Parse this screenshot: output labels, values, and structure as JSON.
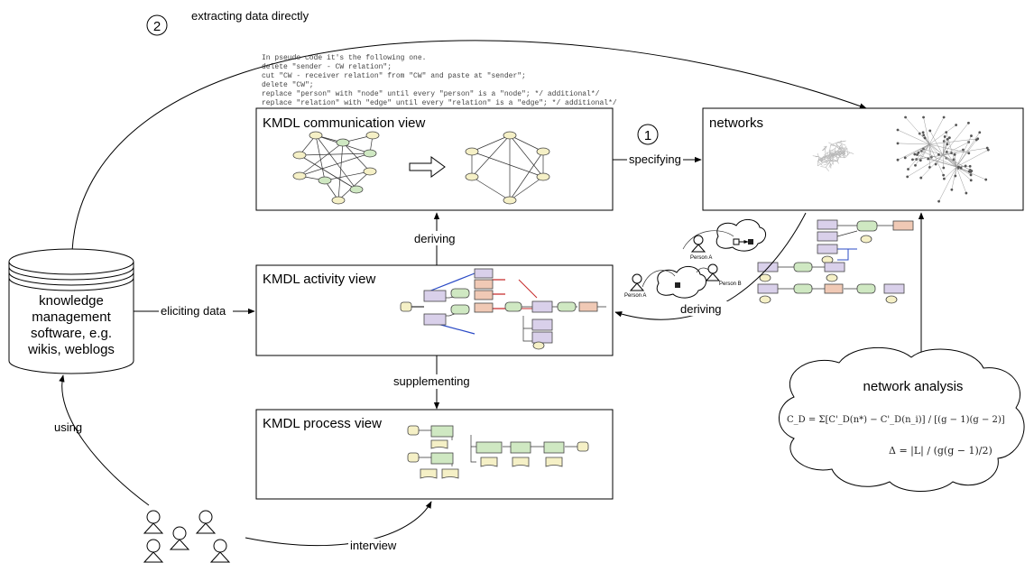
{
  "markers": {
    "one": "1",
    "two": "2"
  },
  "labels": {
    "extracting": "extracting data directly",
    "specifying": "specifying",
    "deriving_top": "deriving",
    "deriving_right": "deriving",
    "eliciting": "eliciting data",
    "supplementing": "supplementing",
    "using": "using",
    "interview": "interview"
  },
  "pseudocode": {
    "lines": [
      "In pseudo code it's the following one.",
      "delete \"sender - CW relation\";",
      "cut \"CW - receiver relation\" from \"CW\" and paste at \"sender\";",
      "delete \"CW\";",
      "replace \"person\" with \"node\" until every \"person\" is a \"node\";      */ additional*/",
      "replace \"relation\" with \"edge\" until every \"relation\" is a \"edge\"; */ additional*/"
    ]
  },
  "boxes": {
    "communication": "KMDL communication view",
    "activity": "KMDL activity view",
    "process": "KMDL process view",
    "networks": "networks"
  },
  "database": {
    "lines": [
      "knowledge",
      "management",
      "software, e.g.",
      "wikis, weblogs"
    ]
  },
  "cloud": {
    "title": "network analysis",
    "formula1": "C_D = Σ[C'_D(n*) − C'_D(n_i)] / [(g − 1)(g − 2)]",
    "formula2": "Δ = |L| / (g(g − 1)/2)"
  },
  "persons": {
    "a1": "Person A",
    "a2": "Person A",
    "b": "Person B"
  }
}
